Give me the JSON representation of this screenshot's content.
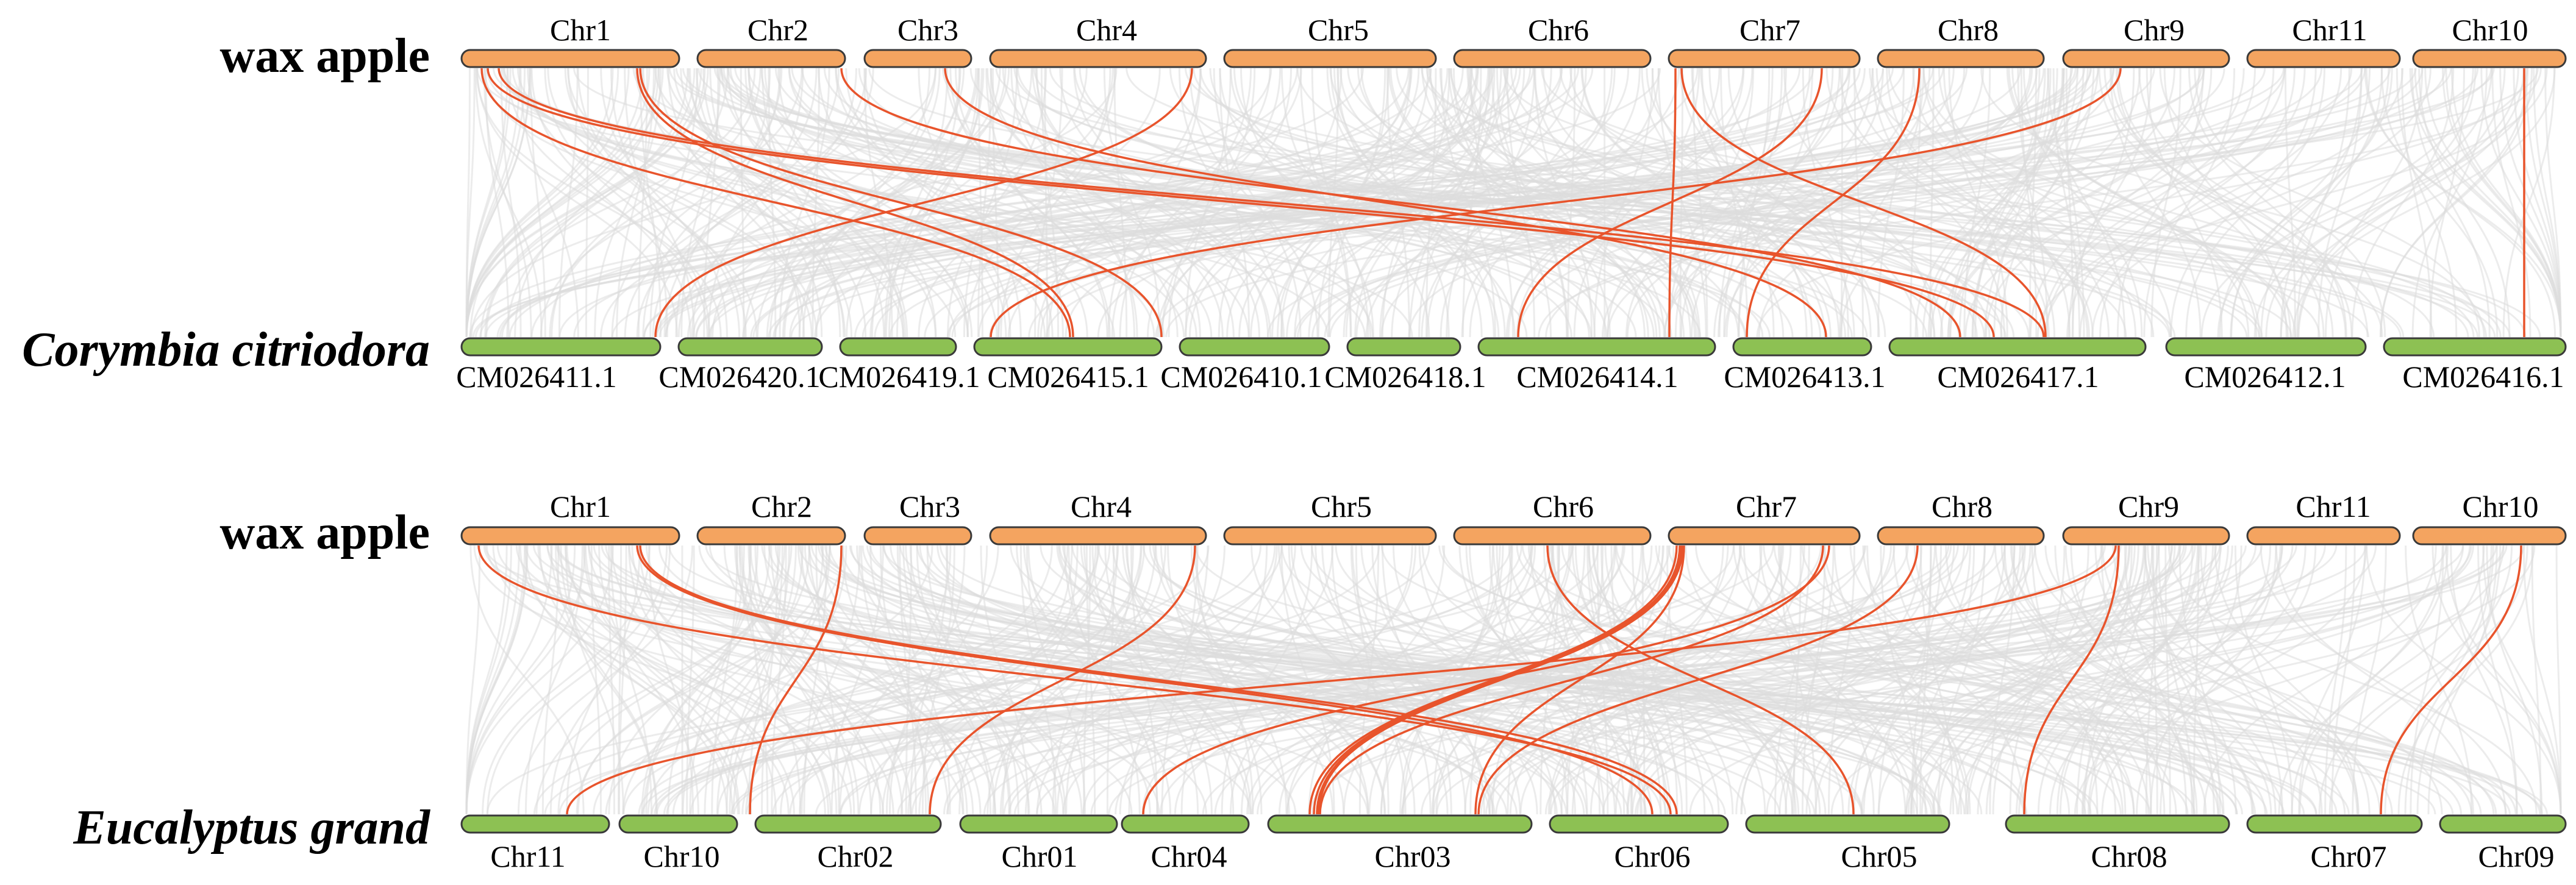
{
  "colors": {
    "top_chromosome": "#F4A460",
    "bottom_chromosome": "#8DC153",
    "highlight_link": "#E8542C",
    "background_link": "#DCDCDC"
  },
  "panels": [
    {
      "top_species": "wax apple",
      "bottom_species": "Corymbia citriodora",
      "top_chromosomes": [
        "Chr1",
        "Chr2",
        "Chr3",
        "Chr4",
        "Chr5",
        "Chr6",
        "Chr7",
        "Chr8",
        "Chr9",
        "Chr11",
        "Chr10"
      ],
      "bottom_chromosomes": [
        "CM026411.1",
        "CM026420.1",
        "CM026419.1",
        "CM026415.1",
        "CM026410.1",
        "CM026418.1",
        "CM026414.1",
        "CM026413.1",
        "CM026417.1",
        "CM026412.1",
        "CM026416.1"
      ]
    },
    {
      "top_species": "wax apple",
      "bottom_species": "Eucalyptus grand",
      "top_chromosomes": [
        "Chr1",
        "Chr2",
        "Chr3",
        "Chr4",
        "Chr5",
        "Chr6",
        "Chr7",
        "Chr8",
        "Chr9",
        "Chr11",
        "Chr10"
      ],
      "bottom_chromosomes": [
        "Chr11",
        "Chr10",
        "Chr02",
        "Chr01",
        "Chr04",
        "Chr03",
        "Chr06",
        "Chr05",
        "Chr08",
        "Chr07",
        "Chr09"
      ]
    }
  ]
}
